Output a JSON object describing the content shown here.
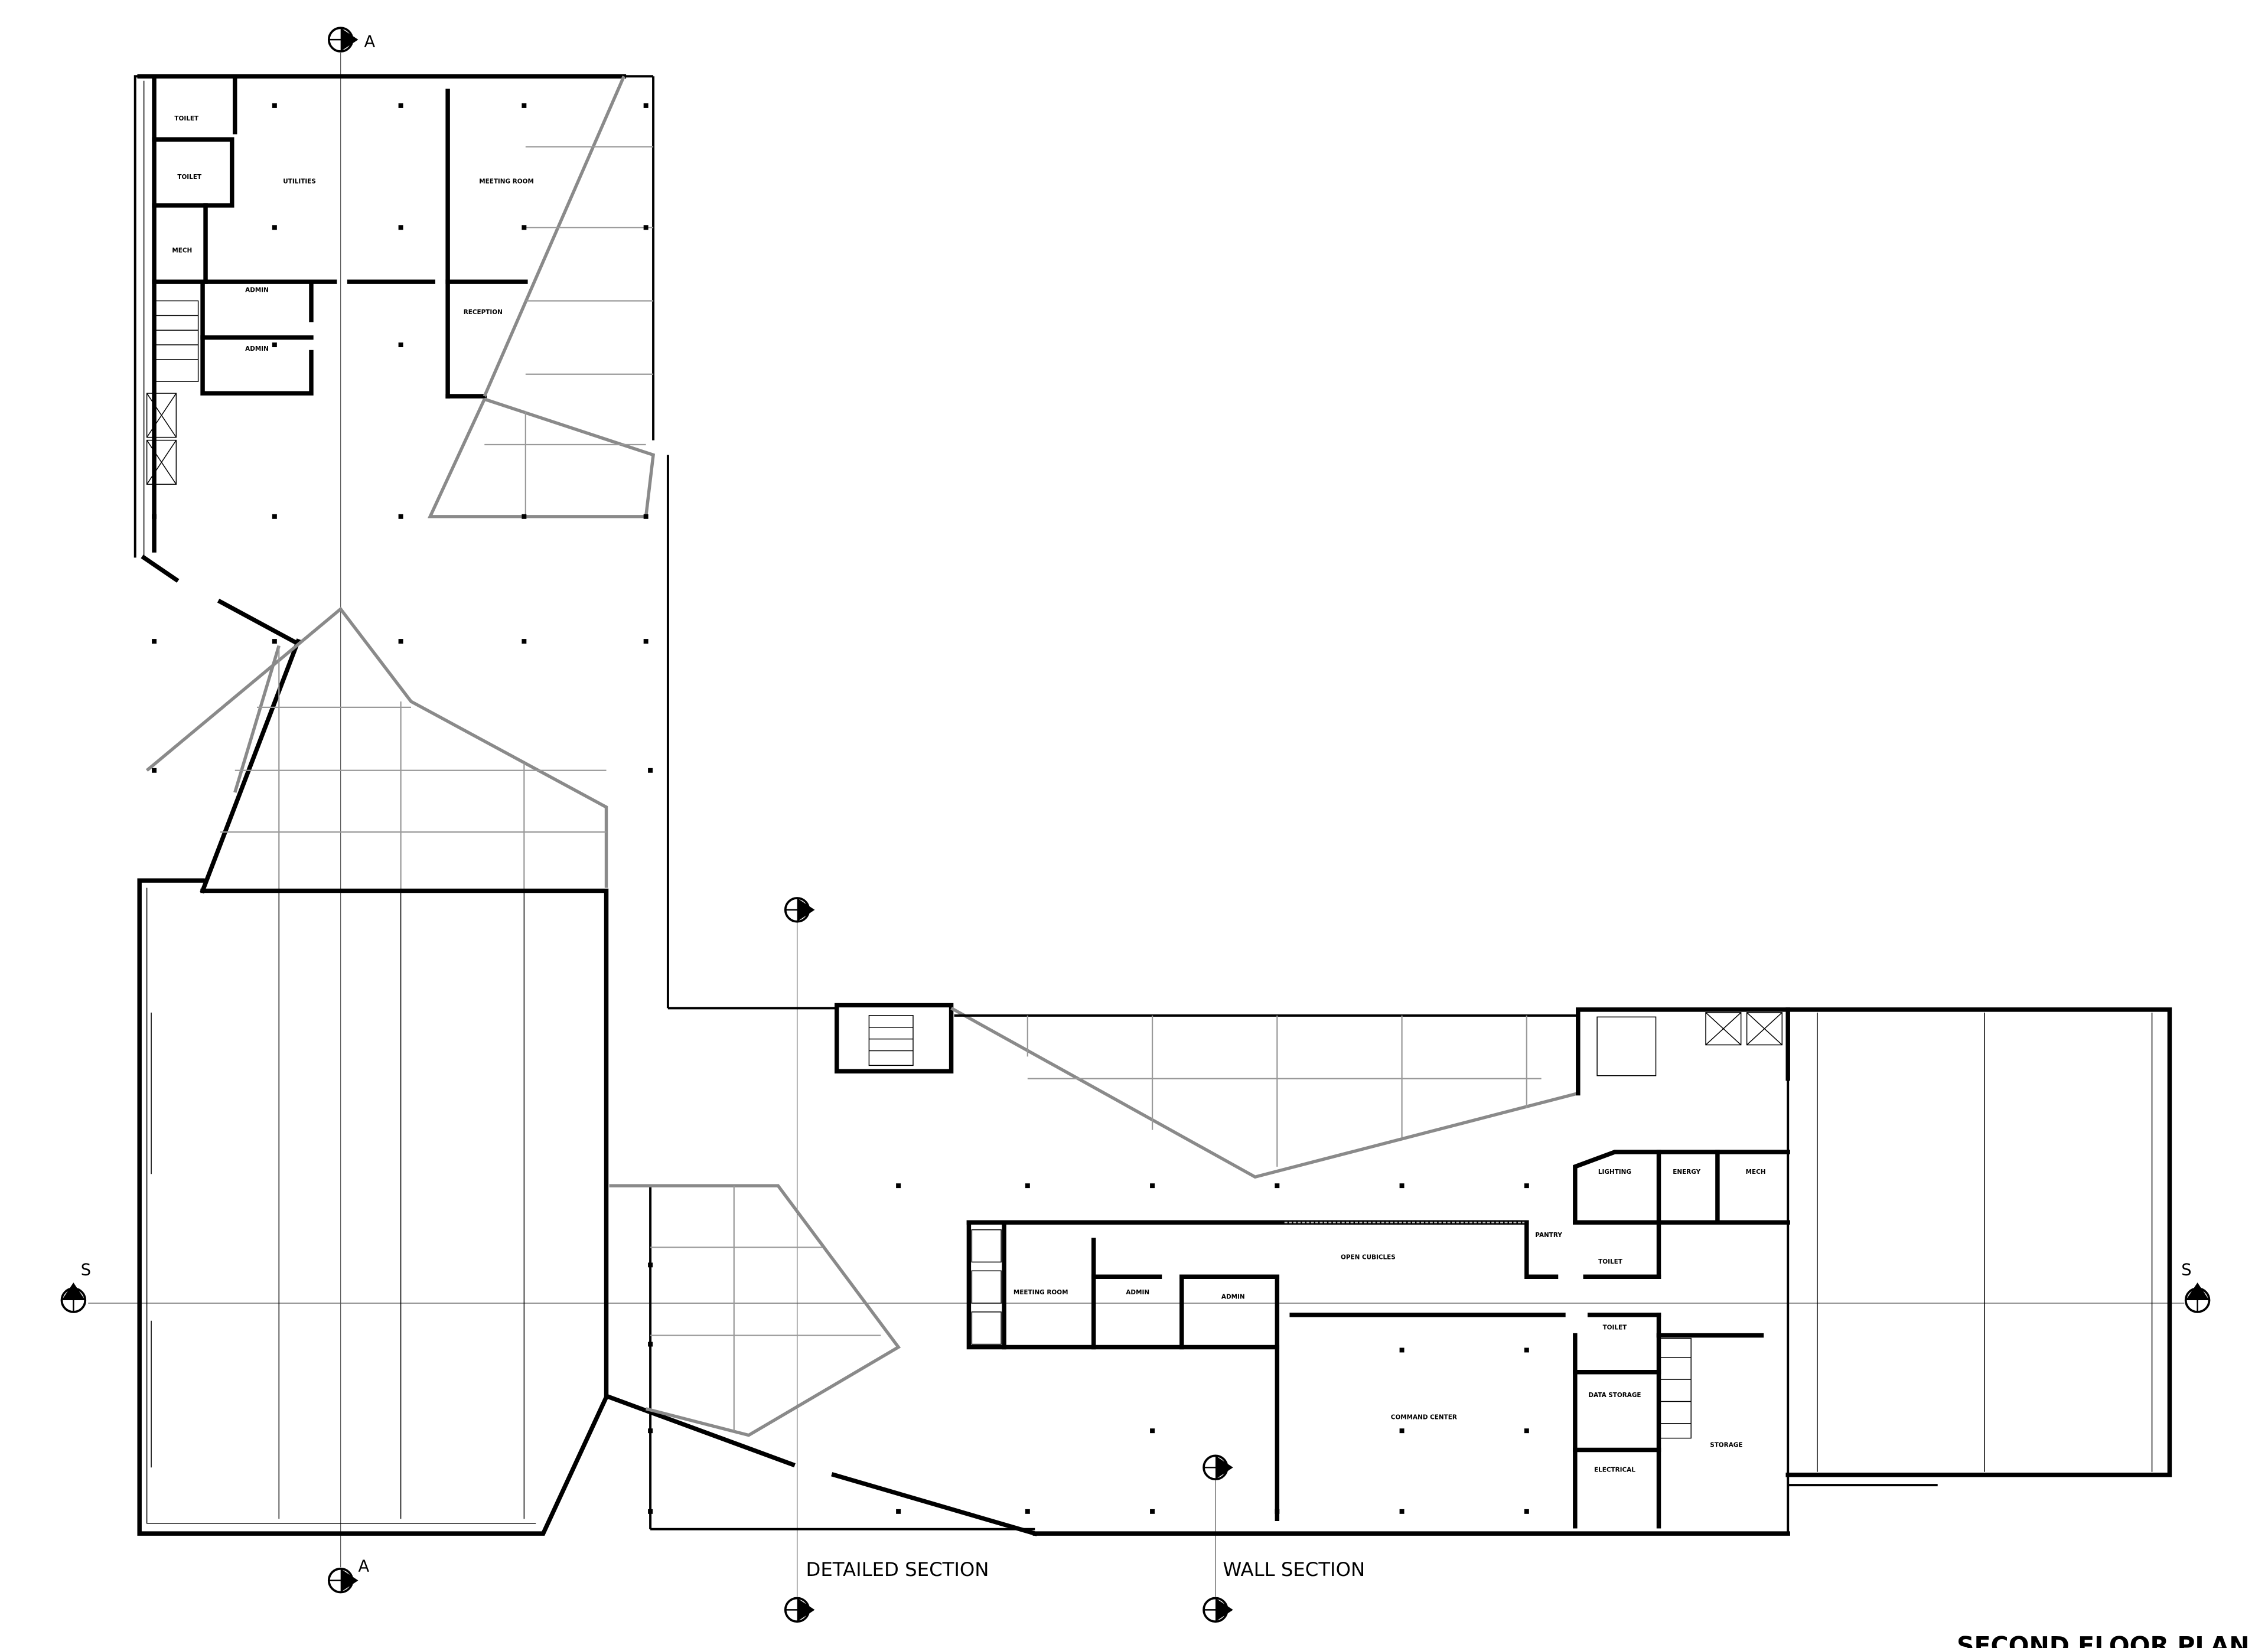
{
  "title": "SECOND FLOOR PLAN",
  "section_marks": {
    "a_top": "A",
    "a_bottom": "A",
    "s_left": "S",
    "s_right": "S",
    "detailed_section": "DETAILED SECTION",
    "wall_section": "WALL SECTION"
  },
  "rooms_north": {
    "toilet_1": "TOILET",
    "toilet_2": "TOILET",
    "utilities": "UTILITIES",
    "meeting_room": "MEETING ROOM",
    "mech": "MECH",
    "admin_1": "ADMIN",
    "admin_2": "ADMIN",
    "reception": "RECEPTION"
  },
  "rooms_east": {
    "lighting": "LIGHTING",
    "energy": "ENERGY",
    "mech": "MECH",
    "pantry": "PANTRY",
    "toilet_1": "TOILET",
    "open_cubicles": "OPEN CUBICLES",
    "meeting_room": "MEETING ROOM",
    "admin_1": "ADMIN",
    "admin_2": "ADMIN",
    "toilet_2": "TOILET",
    "data_storage": "DATA STORAGE",
    "command_center": "COMMAND CENTER",
    "electrical": "ELECTRICAL",
    "storage": "STORAGE"
  }
}
